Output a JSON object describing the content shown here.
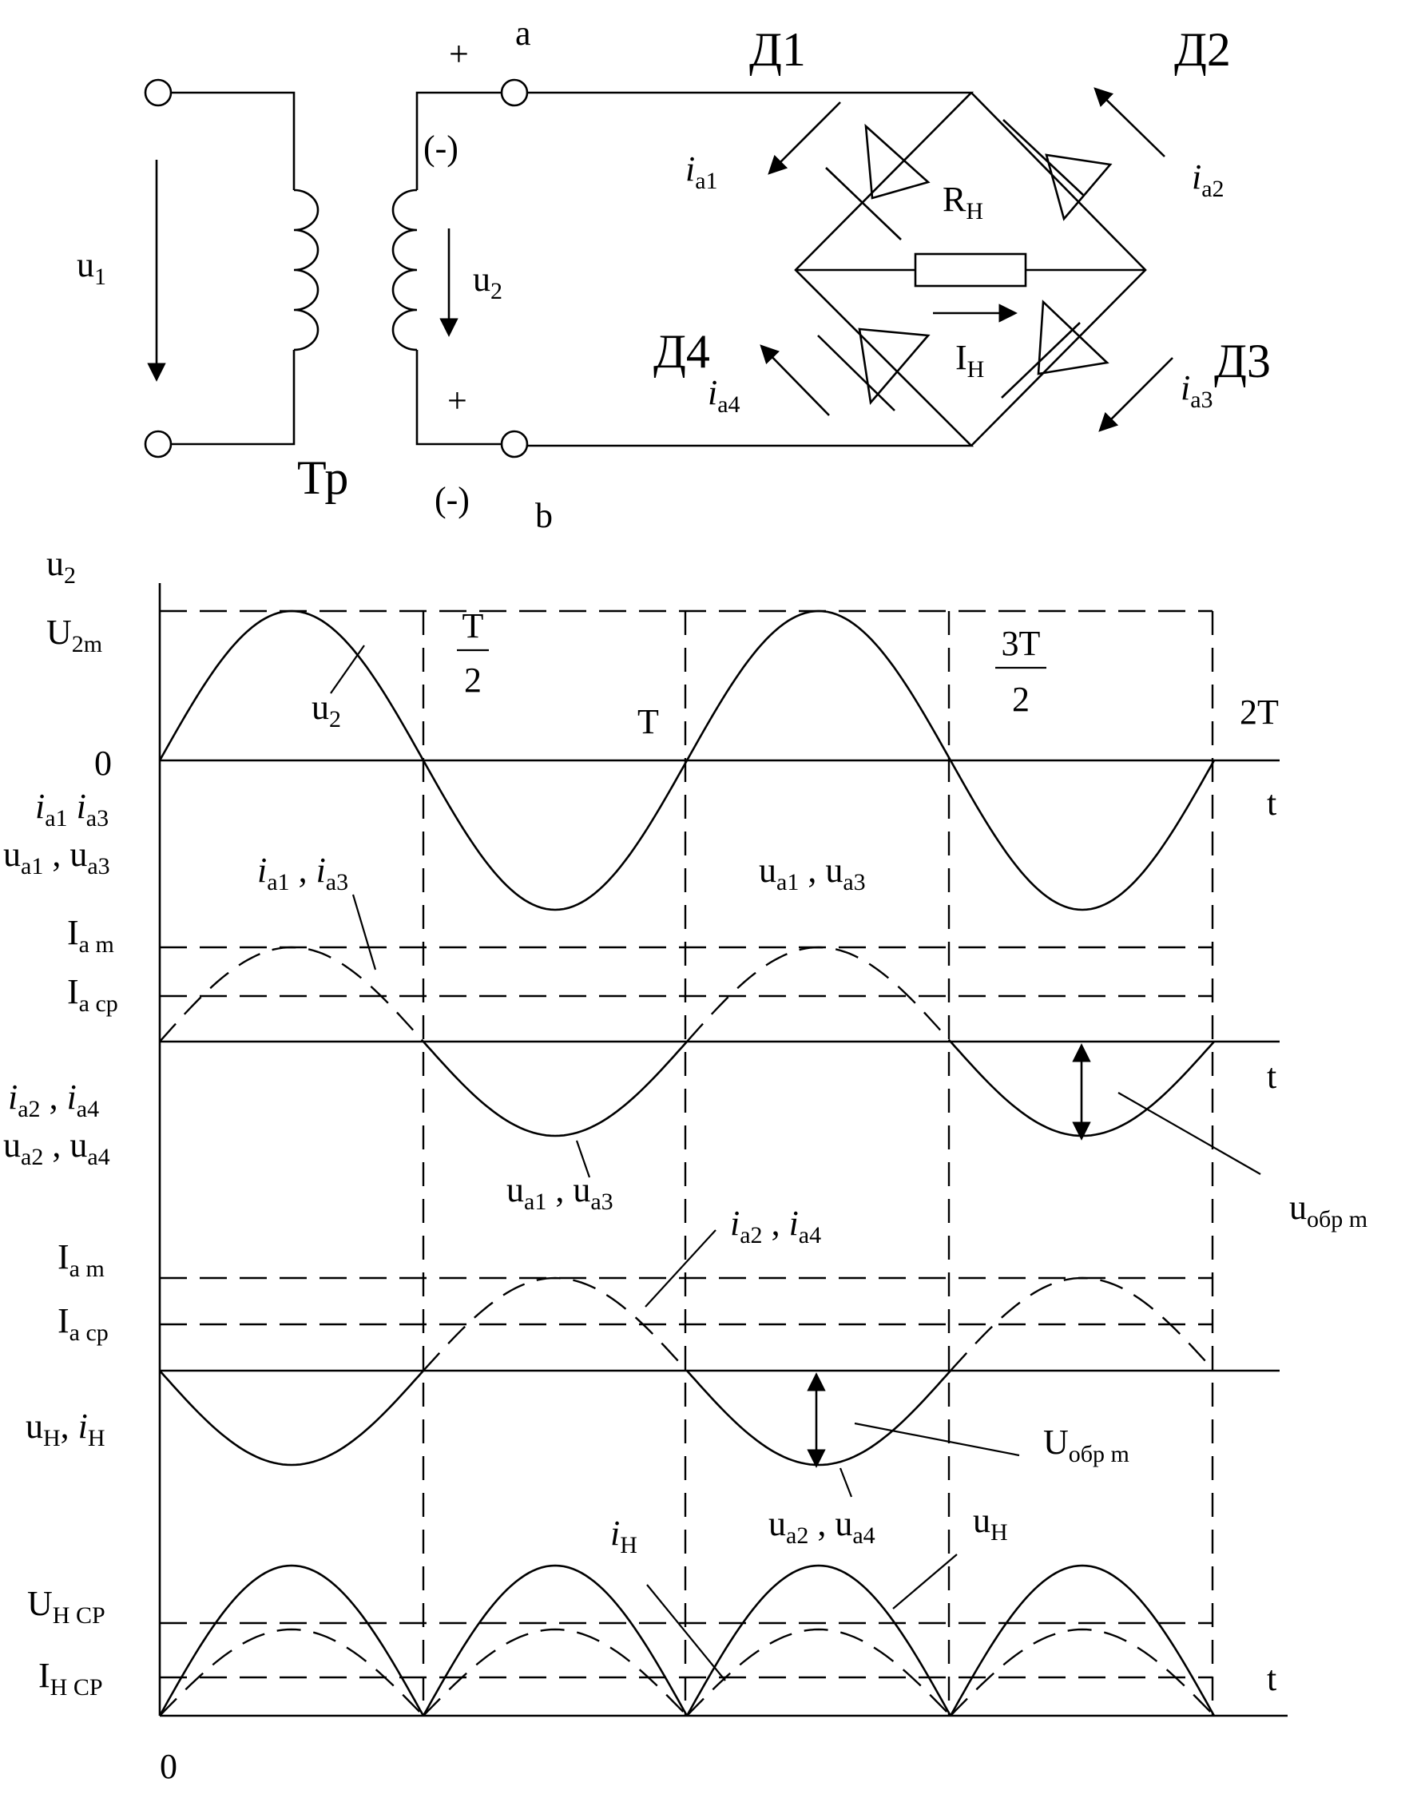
{
  "circuit": {
    "input_voltage": "u",
    "input_voltage_sub": "1",
    "secondary_voltage": "u",
    "secondary_voltage_sub": "2",
    "transformer": "Тр",
    "terminal_a": "a",
    "terminal_b": "b",
    "plus_top": "+",
    "minus_top": "(-)",
    "plus_bottom": "+",
    "minus_bottom": "(-)",
    "diode1": "Д1",
    "diode2": "Д2",
    "diode3": "Д3",
    "diode4": "Д4",
    "ia1": "i",
    "ia1_sub": "a1",
    "ia2": "i",
    "ia2_sub": "a2",
    "ia3": "i",
    "ia3_sub": "a3",
    "ia4": "i",
    "ia4_sub": "a4",
    "load_resistor": "R",
    "load_resistor_sub": "Н",
    "load_current": "I",
    "load_current_sub": "Н"
  },
  "plot1": {
    "y_label": "u",
    "y_label_sub": "2",
    "amp_label": "U",
    "amp_label_sub": "2m",
    "zero": "0",
    "curve_label": "u",
    "curve_label_sub": "2",
    "half_period_num": "T",
    "half_period_den": "2",
    "period": "T",
    "three_half_num": "3T",
    "three_half_den": "2",
    "two_period": "2T",
    "t_axis": "t"
  },
  "plot2": {
    "y_label_line1_a": "i",
    "y_label_line1_a_sub": "a1",
    "y_label_line1_b": "i",
    "y_label_line1_b_sub": "a3",
    "y_label_line2_a": "u",
    "y_label_line2_a_sub": "a1",
    "y_label_line2_sep": ",",
    "y_label_line2_b": "u",
    "y_label_line2_b_sub": "a3",
    "current_label_a": "i",
    "current_label_a_sub": "a1",
    "current_label_sep": ",",
    "current_label_b": "i",
    "current_label_b_sub": "a3",
    "voltage_label_a": "u",
    "voltage_label_a_sub": "a1",
    "voltage_label_sep": ",",
    "voltage_label_b": "u",
    "voltage_label_b_sub": "a3",
    "iam": "I",
    "iam_sub": "a m",
    "iacp": "I",
    "iacp_sub": "a ср",
    "t_axis": "t",
    "reverse_label": "u",
    "reverse_label_sub": "обр m",
    "neg_label_a": "u",
    "neg_label_a_sub": "a1",
    "neg_label_sep": ",",
    "neg_label_b": "u",
    "neg_label_b_sub": "a3"
  },
  "plot3": {
    "y_label_line1_a": "i",
    "y_label_line1_a_sub": "a2",
    "y_label_line1_sep": ",",
    "y_label_line1_b": "i",
    "y_label_line1_b_sub": "a4",
    "y_label_line2_a": "u",
    "y_label_line2_a_sub": "a2",
    "y_label_line2_sep": ",",
    "y_label_line2_b": "u",
    "y_label_line2_b_sub": "a4",
    "current_label_a": "i",
    "current_label_a_sub": "a2",
    "current_label_sep": ",",
    "current_label_b": "i",
    "current_label_b_sub": "a4",
    "iam": "I",
    "iam_sub": "a m",
    "iacp": "I",
    "iacp_sub": "a ср",
    "reverse_label": "U",
    "reverse_label_sub": "обр m",
    "neg_label_a": "u",
    "neg_label_a_sub": "a2",
    "neg_label_sep": ",",
    "neg_label_b": "u",
    "neg_label_b_sub": "a4"
  },
  "plot4": {
    "y_label_a": "u",
    "y_label_a_sub": "Н",
    "y_label_sep": ",",
    "y_label_b": "i",
    "y_label_b_sub": "Н",
    "current_label": "i",
    "current_label_sub": "Н",
    "voltage_label": "u",
    "voltage_label_sub": "Н",
    "ucp": "U",
    "ucp_sub": "Н СР",
    "icp": "I",
    "icp_sub": "Н СР",
    "t_axis": "t",
    "zero": "0"
  }
}
